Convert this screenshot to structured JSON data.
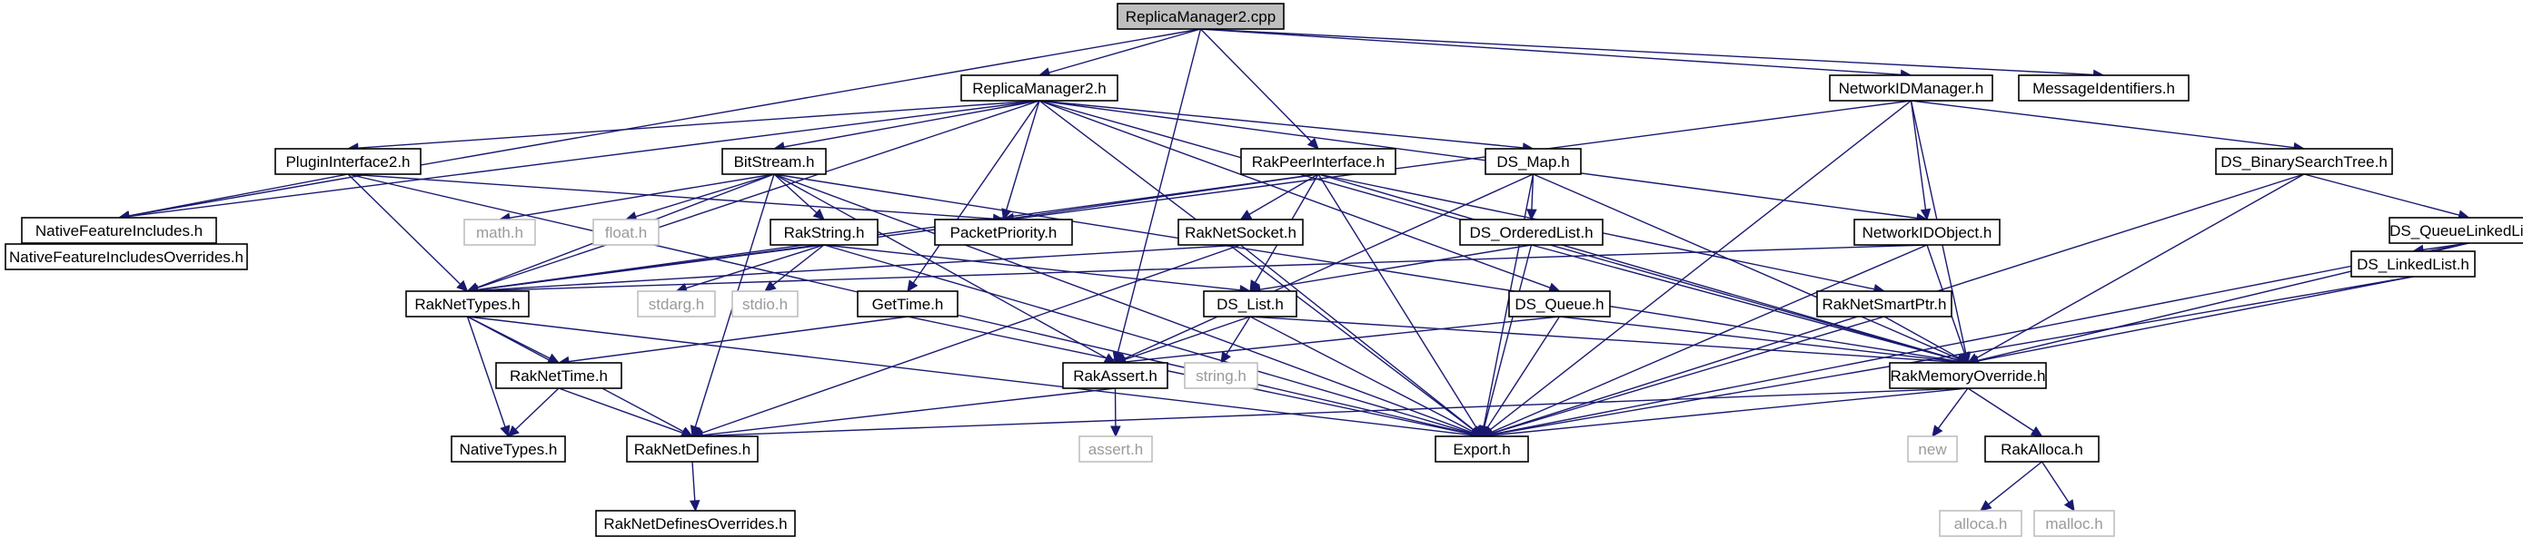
{
  "title": "ReplicaManager2.cpp",
  "colors": {
    "edge": "#191970",
    "root_fill": "#bfbfbf",
    "node_fill": "#ffffff",
    "node_border": "#000000",
    "missing_border": "#bfbfbf",
    "missing_text": "#9a9a9a"
  },
  "nodes": [
    {
      "id": "root",
      "label": "ReplicaManager2.cpp",
      "kind": "root"
    },
    {
      "id": "rm2h",
      "label": "ReplicaManager2.h",
      "kind": "file"
    },
    {
      "id": "nidm",
      "label": "NetworkIDManager.h",
      "kind": "file"
    },
    {
      "id": "msgid",
      "label": "MessageIdentifiers.h",
      "kind": "file"
    },
    {
      "id": "nfi",
      "label": "NativeFeatureIncludes.h",
      "kind": "file"
    },
    {
      "id": "nfio",
      "label": "NativeFeatureIncludesOverrides.h",
      "kind": "file"
    },
    {
      "id": "plugin",
      "label": "PluginInterface2.h",
      "kind": "file"
    },
    {
      "id": "bitstream",
      "label": "BitStream.h",
      "kind": "file"
    },
    {
      "id": "rakpeer",
      "label": "RakPeerInterface.h",
      "kind": "file"
    },
    {
      "id": "dsmap",
      "label": "DS_Map.h",
      "kind": "file"
    },
    {
      "id": "dsbst",
      "label": "DS_BinarySearchTree.h",
      "kind": "file"
    },
    {
      "id": "dsqll",
      "label": "DS_QueueLinkedList.h",
      "kind": "file"
    },
    {
      "id": "dsll",
      "label": "DS_LinkedList.h",
      "kind": "file"
    },
    {
      "id": "mathh",
      "label": "math.h",
      "kind": "missing"
    },
    {
      "id": "floath",
      "label": "float.h",
      "kind": "missing"
    },
    {
      "id": "packetprio",
      "label": "PacketPriority.h",
      "kind": "file"
    },
    {
      "id": "rakstring",
      "label": "RakString.h",
      "kind": "file"
    },
    {
      "id": "raknetsocket",
      "label": "RakNetSocket.h",
      "kind": "file"
    },
    {
      "id": "dsorderedlist",
      "label": "DS_OrderedList.h",
      "kind": "file"
    },
    {
      "id": "nidobj",
      "label": "NetworkIDObject.h",
      "kind": "file"
    },
    {
      "id": "stdargh",
      "label": "stdarg.h",
      "kind": "missing"
    },
    {
      "id": "stdioh",
      "label": "stdio.h",
      "kind": "missing"
    },
    {
      "id": "raknettypes",
      "label": "RakNetTypes.h",
      "kind": "file"
    },
    {
      "id": "gettime",
      "label": "GetTime.h",
      "kind": "file"
    },
    {
      "id": "dslist",
      "label": "DS_List.h",
      "kind": "file"
    },
    {
      "id": "dsqueue",
      "label": "DS_Queue.h",
      "kind": "file"
    },
    {
      "id": "raknetsmartptr",
      "label": "RakNetSmartPtr.h",
      "kind": "file"
    },
    {
      "id": "raknettime",
      "label": "RakNetTime.h",
      "kind": "file"
    },
    {
      "id": "rakassert",
      "label": "RakAssert.h",
      "kind": "file"
    },
    {
      "id": "stringh",
      "label": "string.h",
      "kind": "missing"
    },
    {
      "id": "rakmemov",
      "label": "RakMemoryOverride.h",
      "kind": "file"
    },
    {
      "id": "nativetypes",
      "label": "NativeTypes.h",
      "kind": "file"
    },
    {
      "id": "raknetdefines",
      "label": "RakNetDefines.h",
      "kind": "file"
    },
    {
      "id": "asserth",
      "label": "assert.h",
      "kind": "missing"
    },
    {
      "id": "exporth",
      "label": "Export.h",
      "kind": "file"
    },
    {
      "id": "newh",
      "label": "new",
      "kind": "missing"
    },
    {
      "id": "rakalloca",
      "label": "RakAlloca.h",
      "kind": "file"
    },
    {
      "id": "rndo",
      "label": "RakNetDefinesOverrides.h",
      "kind": "file"
    },
    {
      "id": "allocah",
      "label": "alloca.h",
      "kind": "missing"
    },
    {
      "id": "mallocah",
      "label": "malloc.h",
      "kind": "missing"
    }
  ],
  "edges": [
    [
      "root",
      "rm2h"
    ],
    [
      "root",
      "nidm"
    ],
    [
      "root",
      "msgid"
    ],
    [
      "root",
      "nfi"
    ],
    [
      "root",
      "rakpeer"
    ],
    [
      "root",
      "rakassert"
    ],
    [
      "rm2h",
      "plugin"
    ],
    [
      "rm2h",
      "bitstream"
    ],
    [
      "rm2h",
      "packetprio"
    ],
    [
      "rm2h",
      "dsmap"
    ],
    [
      "rm2h",
      "nfi"
    ],
    [
      "rm2h",
      "raknettypes"
    ],
    [
      "rm2h",
      "gettime"
    ],
    [
      "rm2h",
      "nidobj"
    ],
    [
      "rm2h",
      "dsqueue"
    ],
    [
      "rm2h",
      "rakmemov"
    ],
    [
      "rm2h",
      "exporth"
    ],
    [
      "nidm",
      "dsbst"
    ],
    [
      "nidm",
      "nidobj"
    ],
    [
      "nidm",
      "rakmemov"
    ],
    [
      "nidm",
      "exporth"
    ],
    [
      "nidm",
      "raknettypes"
    ],
    [
      "nfi",
      "nfio"
    ],
    [
      "plugin",
      "nfi"
    ],
    [
      "plugin",
      "raknettypes"
    ],
    [
      "plugin",
      "packetprio"
    ],
    [
      "plugin",
      "exporth"
    ],
    [
      "bitstream",
      "mathh"
    ],
    [
      "bitstream",
      "floath"
    ],
    [
      "bitstream",
      "rakstring"
    ],
    [
      "bitstream",
      "raknettypes"
    ],
    [
      "bitstream",
      "rakassert"
    ],
    [
      "bitstream",
      "rakmemov"
    ],
    [
      "bitstream",
      "exporth"
    ],
    [
      "bitstream",
      "raknetdefines"
    ],
    [
      "rakpeer",
      "packetprio"
    ],
    [
      "rakpeer",
      "raknetsocket"
    ],
    [
      "rakpeer",
      "dslist"
    ],
    [
      "rakpeer",
      "raknettypes"
    ],
    [
      "rakpeer",
      "raknetsmartptr"
    ],
    [
      "rakpeer",
      "rakmemov"
    ],
    [
      "rakpeer",
      "exporth"
    ],
    [
      "dsmap",
      "dsorderedlist"
    ],
    [
      "dsmap",
      "rakassert"
    ],
    [
      "dsmap",
      "rakmemov"
    ],
    [
      "dsmap",
      "exporth"
    ],
    [
      "dsbst",
      "dsqll"
    ],
    [
      "dsbst",
      "rakmemov"
    ],
    [
      "dsbst",
      "exporth"
    ],
    [
      "dsqll",
      "dsll"
    ],
    [
      "dsqll",
      "rakmemov"
    ],
    [
      "dsqll",
      "exporth"
    ],
    [
      "dsll",
      "rakmemov"
    ],
    [
      "dsll",
      "exporth"
    ],
    [
      "rakstring",
      "stdargh"
    ],
    [
      "rakstring",
      "stdioh"
    ],
    [
      "rakstring",
      "raknettypes"
    ],
    [
      "rakstring",
      "exporth"
    ],
    [
      "rakstring",
      "dslist"
    ],
    [
      "raknetsocket",
      "raknettypes"
    ],
    [
      "raknetsocket",
      "raknetdefines"
    ],
    [
      "raknetsocket",
      "exporth"
    ],
    [
      "dsorderedlist",
      "dslist"
    ],
    [
      "dsorderedlist",
      "rakmemov"
    ],
    [
      "dsorderedlist",
      "exporth"
    ],
    [
      "nidobj",
      "raknettypes"
    ],
    [
      "nidobj",
      "rakmemov"
    ],
    [
      "nidobj",
      "exporth"
    ],
    [
      "raknettypes",
      "raknettime"
    ],
    [
      "raknettypes",
      "nativetypes"
    ],
    [
      "raknettypes",
      "raknetdefines"
    ],
    [
      "raknettypes",
      "exporth"
    ],
    [
      "gettime",
      "raknettime"
    ],
    [
      "gettime",
      "exporth"
    ],
    [
      "dslist",
      "rakassert"
    ],
    [
      "dslist",
      "stringh"
    ],
    [
      "dslist",
      "rakmemov"
    ],
    [
      "dslist",
      "exporth"
    ],
    [
      "dsqueue",
      "rakassert"
    ],
    [
      "dsqueue",
      "rakmemov"
    ],
    [
      "dsqueue",
      "exporth"
    ],
    [
      "raknetsmartptr",
      "rakmemov"
    ],
    [
      "raknetsmartptr",
      "exporth"
    ],
    [
      "raknettime",
      "nativetypes"
    ],
    [
      "raknettime",
      "raknetdefines"
    ],
    [
      "rakassert",
      "asserth"
    ],
    [
      "rakassert",
      "raknetdefines"
    ],
    [
      "rakmemov",
      "exporth"
    ],
    [
      "rakmemov",
      "newh"
    ],
    [
      "rakmemov",
      "rakalloca"
    ],
    [
      "rakmemov",
      "raknetdefines"
    ],
    [
      "raknetdefines",
      "rndo"
    ],
    [
      "rakalloca",
      "allocah"
    ],
    [
      "rakalloca",
      "mallocah"
    ]
  ]
}
